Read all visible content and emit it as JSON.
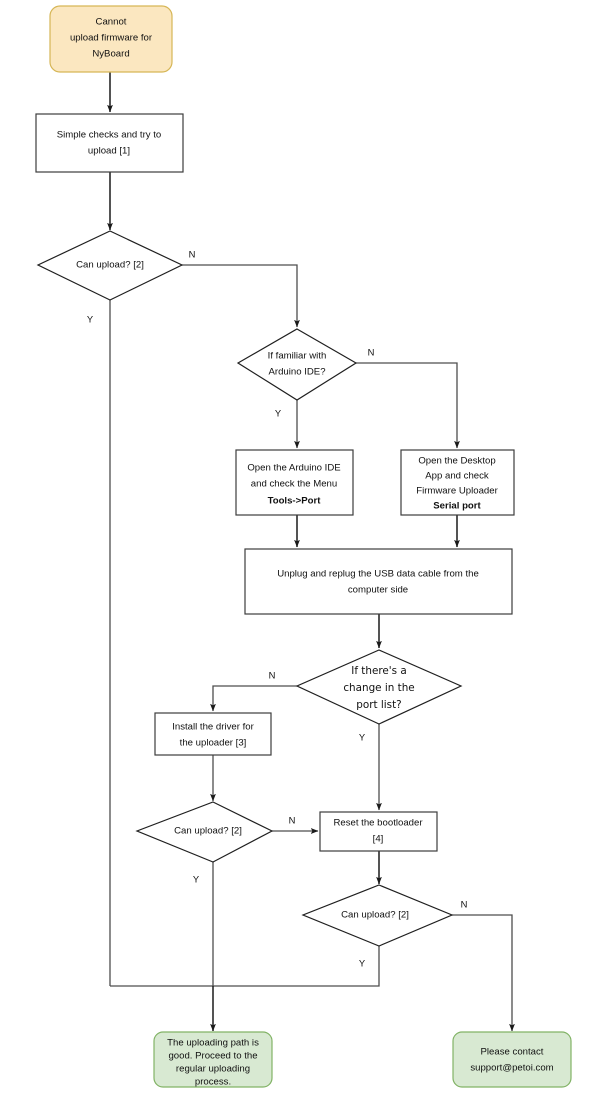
{
  "diagram": {
    "title": "NyBoard firmware upload troubleshooting flowchart",
    "colors": {
      "start_fill": "#fbe7c0",
      "start_stroke": "#d6b656",
      "end_fill": "#d8e9d2",
      "end_stroke": "#82b366",
      "process_fill": "#ffffff",
      "process_stroke": "#3d3d3d",
      "decision_fill": "#ffffff",
      "decision_stroke": "#1f1f1f",
      "edge": "#4d4d4d",
      "background": "#ffffff"
    },
    "nodes": {
      "start": {
        "type": "terminal",
        "lines": [
          "Cannot",
          "upload firmware for",
          "NyBoard"
        ]
      },
      "simple_checks": {
        "type": "process",
        "lines": [
          "Simple checks and try to",
          "upload [1]"
        ]
      },
      "can_upload_1": {
        "type": "decision",
        "lines": [
          "Can upload? [2]"
        ]
      },
      "familiar_ide": {
        "type": "decision",
        "lines": [
          "If familiar with",
          "Arduino IDE?"
        ]
      },
      "open_arduino": {
        "type": "process",
        "lines": [
          "Open the Arduino IDE",
          "and check the Menu"
        ],
        "bold_line": "Tools->Port"
      },
      "open_desktop": {
        "type": "process",
        "lines": [
          "Open the Desktop",
          "App and check",
          "Firmware Uploader"
        ],
        "bold_line": "Serial port"
      },
      "unplug_replug": {
        "type": "process",
        "lines": [
          "Unplug and replug the USB data cable from the",
          "computer side"
        ]
      },
      "port_change": {
        "type": "decision",
        "lines": [
          "If there's a",
          "change in the",
          "port list?"
        ]
      },
      "install_driver": {
        "type": "process",
        "lines": [
          "Install the driver for",
          "the uploader [3]"
        ]
      },
      "can_upload_2": {
        "type": "decision",
        "lines": [
          "Can upload? [2]"
        ]
      },
      "reset_bootloader": {
        "type": "process",
        "lines": [
          "Reset the bootloader",
          "[4]"
        ]
      },
      "can_upload_3": {
        "type": "decision",
        "lines": [
          "Can upload? [2]"
        ]
      },
      "end_success": {
        "type": "terminal",
        "lines": [
          "The uploading path is",
          "good. Proceed to the",
          "regular uploading",
          "process."
        ]
      },
      "end_contact": {
        "type": "terminal",
        "lines": [
          "Please contact",
          "support@petoi.com"
        ]
      }
    },
    "edge_labels": {
      "can_upload_1_no": "N",
      "can_upload_1_yes": "Y",
      "familiar_ide_no": "N",
      "familiar_ide_yes": "Y",
      "port_change_no": "N",
      "port_change_yes": "Y",
      "can_upload_2_no": "N",
      "can_upload_2_yes": "Y",
      "can_upload_3_no": "N",
      "can_upload_3_yes": "Y"
    }
  }
}
